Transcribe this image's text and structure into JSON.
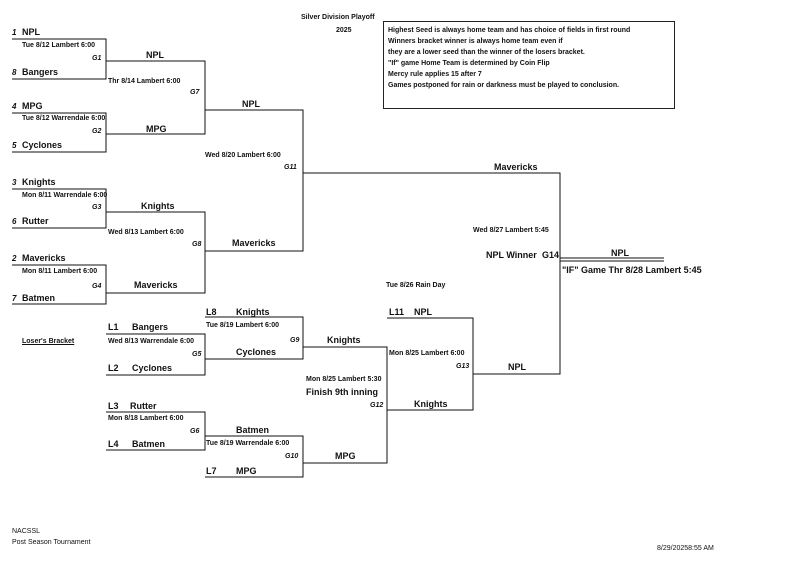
{
  "header": {
    "title": "Silver Division Playoff",
    "year": "2025"
  },
  "notes": [
    "Highest Seed is always home team and has choice of fields in first round",
    "Winners bracket winner is always home team even if",
    "they are a lower seed than the winner of the losers bracket.",
    "",
    "\"If\" game Home Team is determined by Coin Flip",
    "Mercy rule applies 15 after 7",
    "Games postponed for rain or darkness must be played to conclusion."
  ],
  "winners": {
    "r1": [
      {
        "seed": "1",
        "team": "NPL"
      },
      {
        "sched": "Tue 8/12 Lambert 6:00",
        "game": "G1"
      },
      {
        "seed": "8",
        "team": "Bangers"
      },
      {
        "seed": "4",
        "team": "MPG"
      },
      {
        "sched": "Tue 8/12 Warrendale 6:00",
        "game": "G2"
      },
      {
        "seed": "5",
        "team": "Cyclones"
      },
      {
        "seed": "3",
        "team": "Knights"
      },
      {
        "sched": "Mon 8/11 Warrendale 6:00",
        "game": "G3"
      },
      {
        "seed": "6",
        "team": "Rutter"
      },
      {
        "seed": "2",
        "team": "Mavericks"
      },
      {
        "sched": "Mon 8/11 Lambert 6:00",
        "game": "G4"
      },
      {
        "seed": "7",
        "team": "Batmen"
      }
    ],
    "r2": [
      {
        "team": "NPL"
      },
      {
        "sched": "Thr 8/14 Lambert 6:00",
        "game": "G7"
      },
      {
        "team": "MPG"
      },
      {
        "team": "Knights"
      },
      {
        "sched": "Wed 8/13 Lambert 6:00",
        "game": "G8"
      },
      {
        "team": "Mavericks"
      }
    ],
    "r3": [
      {
        "team": "NPL"
      },
      {
        "sched": "Wed 8/20 Lambert 6:00",
        "game": "G11"
      },
      {
        "team": "Mavericks"
      }
    ],
    "final": {
      "team_top": "Mavericks",
      "sched": "Wed 8/27 Lambert 5:45",
      "label": "NPL Winner",
      "game": "G14",
      "winner": "NPL",
      "if_game": "\"IF\" Game Thr 8/28 Lambert 5:45"
    }
  },
  "losers": {
    "title": "Loser's Bracket",
    "rain_day": "Tue 8/26 Rain Day",
    "r1": [
      {
        "slot": "L1",
        "team": "Bangers"
      },
      {
        "sched": "Wed 8/13 Warrendale 6:00",
        "game": "G5"
      },
      {
        "slot": "L2",
        "team": "Cyclones"
      },
      {
        "slot": "L3",
        "team": "Rutter"
      },
      {
        "sched": "Mon 8/18 Lambert 6:00",
        "game": "G6"
      },
      {
        "slot": "L4",
        "team": "Batmen"
      }
    ],
    "r2": [
      {
        "slot": "L8",
        "team": "Knights"
      },
      {
        "sched": "Tue 8/19 Lambert 6:00",
        "game": "G9"
      },
      {
        "team": "Cyclones"
      },
      {
        "team": "Batmen"
      },
      {
        "sched": "Tue 8/19 Warrendale 6:00",
        "game": "G10"
      },
      {
        "slot": "L7",
        "team": "MPG"
      }
    ],
    "r3": [
      {
        "team": "Knights"
      },
      {
        "sched": "Mon 8/25 Lambert 5:30",
        "note": "Finish 9th inning",
        "game": "G12"
      },
      {
        "team": "MPG"
      }
    ],
    "r4": [
      {
        "slot": "L11",
        "team": "NPL"
      },
      {
        "sched": "Mon 8/25 Lambert 6:00",
        "game": "G13"
      },
      {
        "team": "Knights"
      }
    ],
    "r5": {
      "team": "NPL"
    }
  },
  "footer": {
    "org": "NACSSL",
    "event": "Post Season Tournament",
    "timestamp": "8/29/20258:55 AM"
  }
}
